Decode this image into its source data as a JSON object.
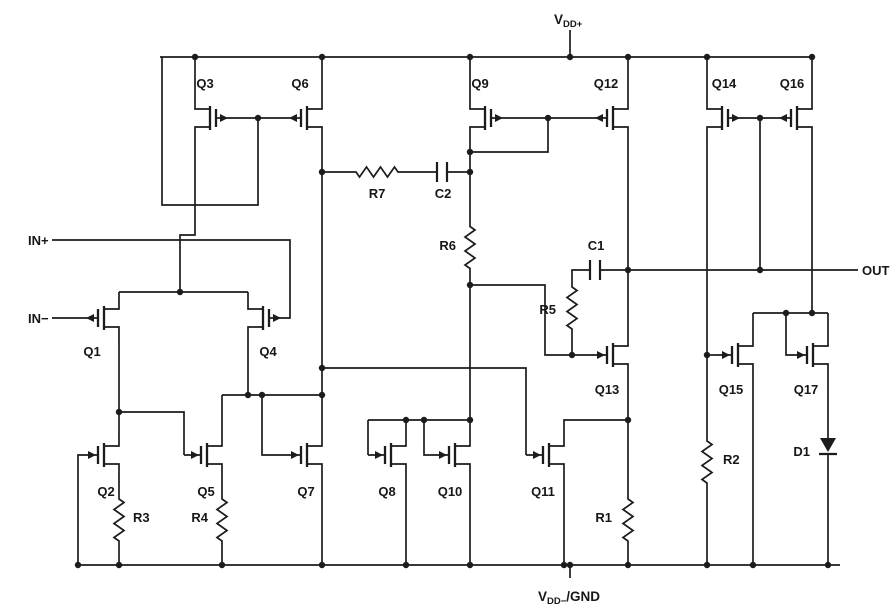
{
  "schematic": {
    "kind": "operational-amplifier equivalent circuit schematic"
  },
  "power": {
    "vdd_base": "V",
    "vdd_sub": "DD+",
    "vss_base": "V",
    "vss_sub": "DD−",
    "vss_suffix": "/GND"
  },
  "ports": {
    "in_plus": "IN+",
    "in_minus": "IN−",
    "out": "OUT"
  },
  "components": {
    "Q1": "Q1",
    "Q2": "Q2",
    "Q3": "Q3",
    "Q4": "Q4",
    "Q5": "Q5",
    "Q6": "Q6",
    "Q7": "Q7",
    "Q8": "Q8",
    "Q9": "Q9",
    "Q10": "Q10",
    "Q11": "Q11",
    "Q12": "Q12",
    "Q13": "Q13",
    "Q14": "Q14",
    "Q15": "Q15",
    "Q16": "Q16",
    "Q17": "Q17",
    "R1": "R1",
    "R2": "R2",
    "R3": "R3",
    "R4": "R4",
    "R5": "R5",
    "R6": "R6",
    "R7": "R7",
    "C1": "C1",
    "C2": "C2",
    "D1": "D1"
  }
}
